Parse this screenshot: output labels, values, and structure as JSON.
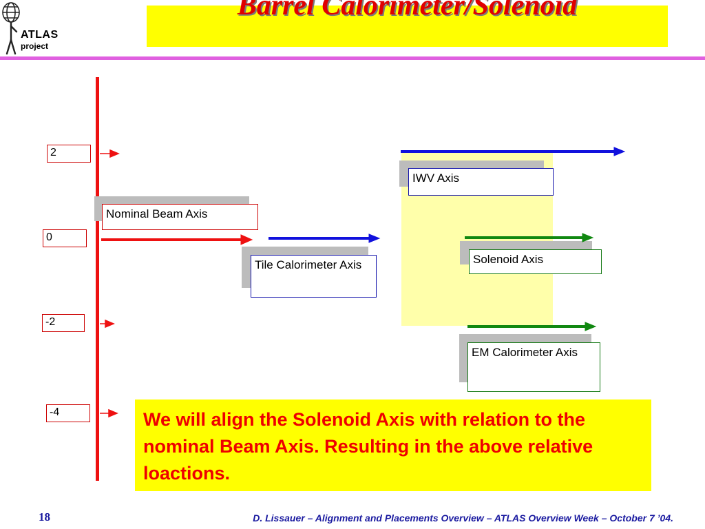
{
  "header": {
    "title": "Barrel Calorimeter/Solenoid",
    "logo_line1": "ATLAS",
    "logo_line2": "project"
  },
  "scale": {
    "labels": [
      "2",
      "0",
      "-2",
      "-4"
    ]
  },
  "axes": {
    "nominal_beam": "Nominal Beam Axis",
    "tile_calorimeter": "Tile Calorimeter Axis",
    "iwv": "IWV Axis",
    "solenoid": "Solenoid Axis",
    "em_calorimeter": "EM Calorimeter Axis"
  },
  "note": "We will align the Solenoid Axis with relation to the nominal Beam Axis. Resulting in the above relative loactions.",
  "footer": {
    "page_number": "18",
    "text": "D. Lissauer –  Alignment and Placements Overview – ATLAS Overview Week –  October 7 ’04."
  },
  "colors": {
    "scale_red": "#ee1111",
    "title_red": "#e00000",
    "blue_arrow": "#1111dd",
    "green_arrow": "#118811",
    "header_rule": "#e060e0",
    "highlight_yellow": "#ffff00"
  }
}
